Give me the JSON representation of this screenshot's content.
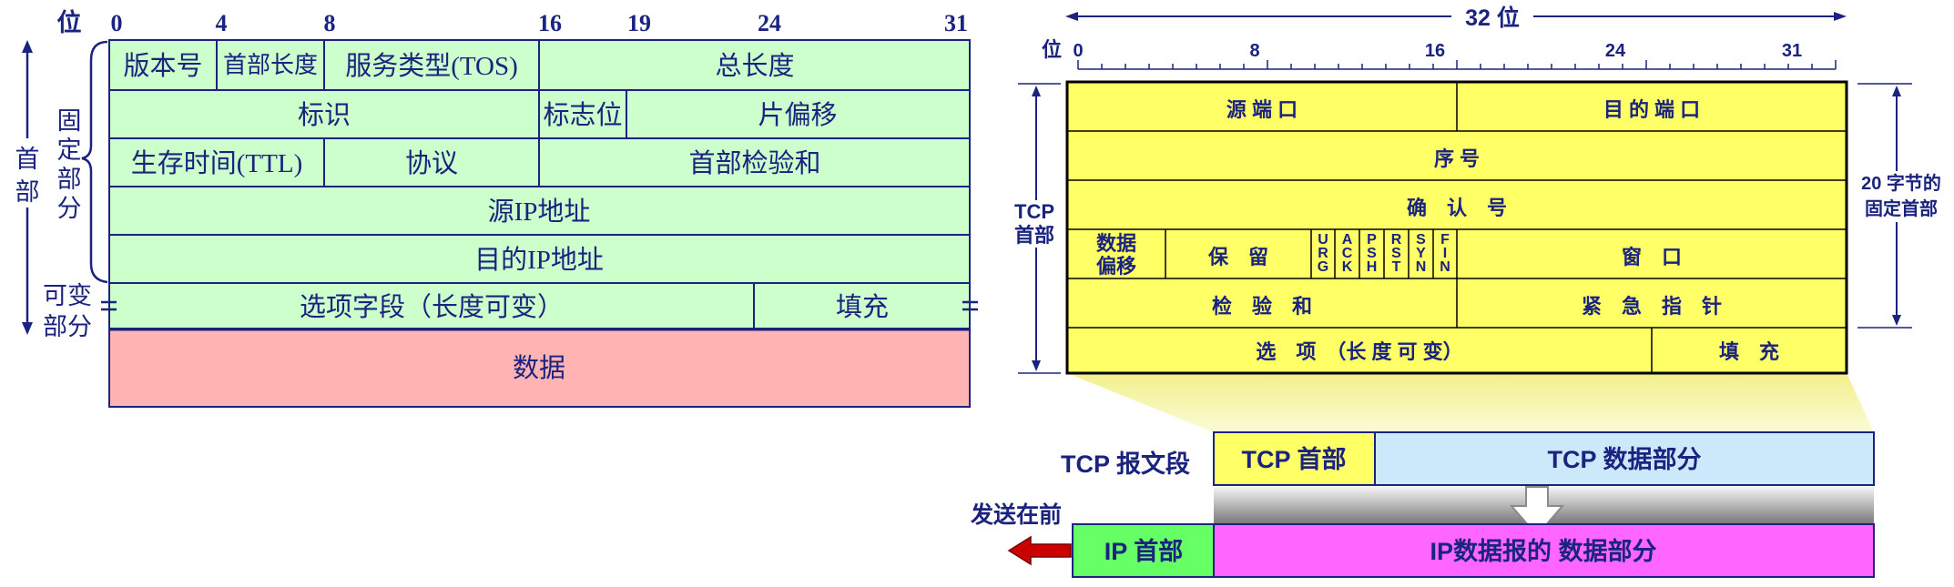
{
  "colors": {
    "ink": "#1a237e",
    "ip_green": "#ccffcc",
    "ip_data": "#ffb3b3",
    "tcp_yellow": "#ffff66",
    "tcp_data_blue": "#cce8fb",
    "ip_header_green": "#66ff66",
    "ip_data_magenta": "#ff66ff",
    "arrow_red": "#cc0000"
  },
  "ip": {
    "bit_label": "位",
    "bit_ticks": [
      "0",
      "4",
      "8",
      "16",
      "19",
      "24",
      "31"
    ],
    "header_label": "首部",
    "fixed_label": "固定部分",
    "variable_label": "可变部分",
    "fields": {
      "version": "版本号",
      "ihl": "首部长度",
      "tos": "服务类型(TOS)",
      "total_length": "总长度",
      "identification": "标识",
      "flags": "标志位",
      "fragment_offset": "片偏移",
      "ttl": "生存时间(TTL)",
      "protocol": "协议",
      "checksum": "首部检验和",
      "src": "源IP地址",
      "dst": "目的IP地址",
      "options": "选项字段（长度可变）",
      "padding": "填充",
      "data": "数据"
    }
  },
  "tcp": {
    "width_label": "32 位",
    "bit_label": "位",
    "bit_ticks": [
      "0",
      "8",
      "16",
      "24",
      "31"
    ],
    "header_label_1": "TCP",
    "header_label_2": "首部",
    "fixed_label_1": "20 字节的",
    "fixed_label_2": "固定首部",
    "fields": {
      "src_port": "源 端 口",
      "dst_port": "目 的 端 口",
      "seq": "序 号",
      "ack": "确　认　号",
      "data_offset_1": "数据",
      "data_offset_2": "偏移",
      "reserved": "保　留",
      "window": "窗　口",
      "checksum": "检　验　和",
      "urgent": "紧　急　指　针",
      "options": "选　项　（长 度 可 变）",
      "padding": "填　充"
    },
    "flags": [
      {
        "name": "urg",
        "letters": [
          "U",
          "R",
          "G"
        ]
      },
      {
        "name": "ack",
        "letters": [
          "A",
          "C",
          "K"
        ]
      },
      {
        "name": "psh",
        "letters": [
          "P",
          "S",
          "H"
        ]
      },
      {
        "name": "rst",
        "letters": [
          "R",
          "S",
          "T"
        ]
      },
      {
        "name": "syn",
        "letters": [
          "S",
          "Y",
          "N"
        ]
      },
      {
        "name": "fin",
        "letters": [
          "F",
          "I",
          "N"
        ]
      }
    ]
  },
  "encap": {
    "segment_label": "TCP 报文段",
    "tcp_header": "TCP 首部",
    "tcp_data": "TCP 数据部分",
    "send_first": "发送在前",
    "ip_header": "IP 首部",
    "ip_data": "IP数据报的 数据部分"
  }
}
